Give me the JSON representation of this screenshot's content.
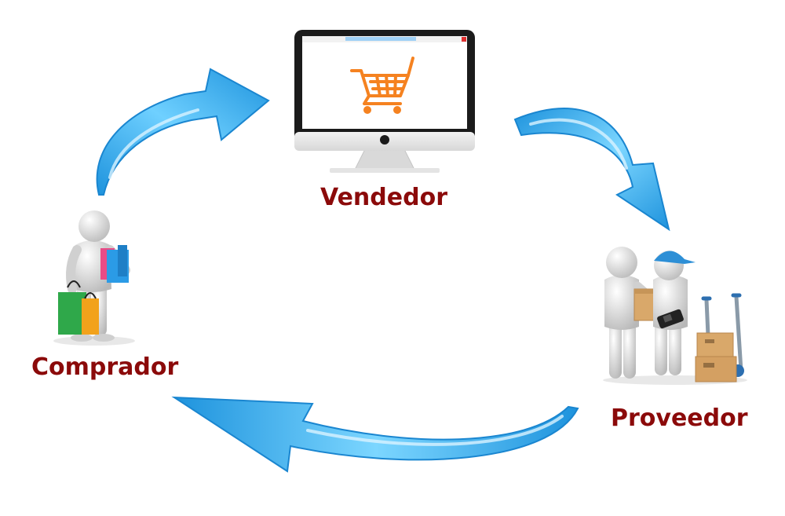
{
  "nodes": {
    "vendedor": {
      "label": "Vendedor",
      "icon": "computer-monitor-shopping-cart-icon"
    },
    "comprador": {
      "label": "Comprador",
      "icon": "buyer-with-shopping-bags-icon"
    },
    "proveedor": {
      "label": "Proveedor",
      "icon": "supplier-with-delivery-boxes-icon"
    }
  },
  "flow": [
    "Comprador",
    "Vendedor",
    "Proveedor",
    "Comprador"
  ],
  "colors": {
    "label": "#8b0a0a",
    "arrow_light": "#bfe9ff",
    "arrow_mid": "#4fbdf3",
    "arrow_dark": "#1e93dd",
    "cart": "#f58220",
    "figure": "#e6e6e6",
    "figure_shade": "#b5b5b5",
    "cap": "#2d8fd6",
    "box": "#d9a86a",
    "bag_green": "#2fa84a",
    "bag_orange": "#f2a21b",
    "bag_blue": "#2b9be6",
    "bag_pink": "#e94b86"
  }
}
